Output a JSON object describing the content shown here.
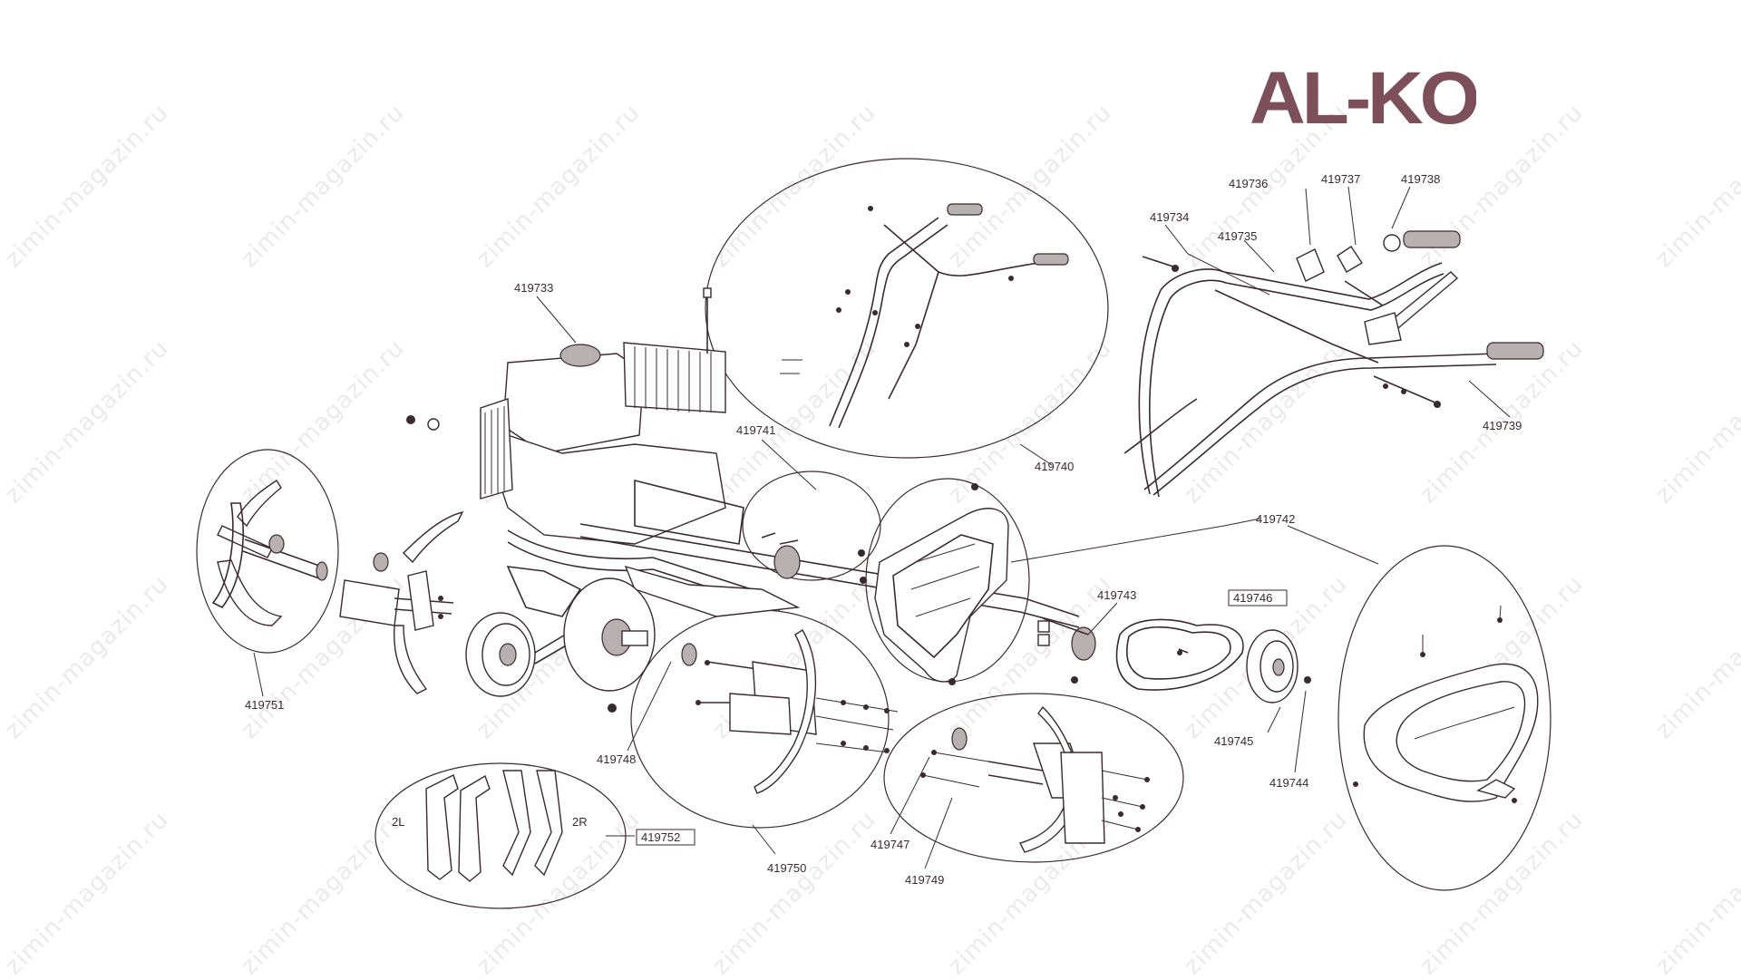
{
  "brand": {
    "logo_text": "AL-KO",
    "logo_color": "#7d5059"
  },
  "watermark": {
    "text": "zimin-magazin.ru"
  },
  "colors": {
    "line": "#3a2a2c",
    "watermark": "#7f5a60"
  },
  "parts": {
    "p419733": "419733",
    "p419734": "419734",
    "p419735": "419735",
    "p419736": "419736",
    "p419737": "419737",
    "p419738": "419738",
    "p419739": "419739",
    "p419740": "419740",
    "p419741": "419741",
    "p419742": "419742",
    "p419743": "419743",
    "p419744": "419744",
    "p419745": "419745",
    "p419746": "419746",
    "p419747": "419747",
    "p419748": "419748",
    "p419749": "419749",
    "p419750": "419750",
    "p419751": "419751",
    "p419752": "419752"
  },
  "blade_set": {
    "left_label": "2L",
    "right_label": "2R"
  }
}
